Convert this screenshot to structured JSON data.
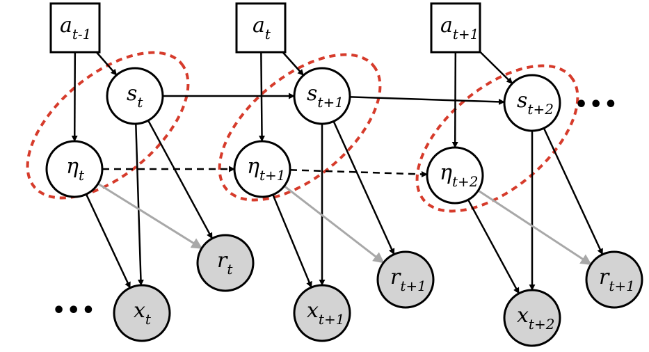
{
  "nodes": [
    {
      "id": "a0",
      "kind": "action",
      "base": "a",
      "sub": "t-1"
    },
    {
      "id": "a1",
      "kind": "action",
      "base": "a",
      "sub": "t"
    },
    {
      "id": "a2",
      "kind": "action",
      "base": "a",
      "sub": "t+1"
    },
    {
      "id": "s0",
      "kind": "latent",
      "base": "s",
      "sub": "t"
    },
    {
      "id": "s1",
      "kind": "latent",
      "base": "s",
      "sub": "t+1"
    },
    {
      "id": "s2",
      "kind": "latent",
      "base": "s",
      "sub": "t+2"
    },
    {
      "id": "e0",
      "kind": "latent",
      "base": "η",
      "sub": "t"
    },
    {
      "id": "e1",
      "kind": "latent",
      "base": "η",
      "sub": "t+1"
    },
    {
      "id": "e2",
      "kind": "latent",
      "base": "η",
      "sub": "t+2"
    },
    {
      "id": "x0",
      "kind": "observed",
      "base": "x",
      "sub": "t"
    },
    {
      "id": "x1",
      "kind": "observed",
      "base": "x",
      "sub": "t+1"
    },
    {
      "id": "x2",
      "kind": "observed",
      "base": "x",
      "sub": "t+2"
    },
    {
      "id": "r0",
      "kind": "observed",
      "base": "r",
      "sub": "t"
    },
    {
      "id": "r1",
      "kind": "observed",
      "base": "r",
      "sub": "t+1"
    },
    {
      "id": "r2",
      "kind": "observed",
      "base": "r",
      "sub": "t+1"
    }
  ],
  "edges": [
    {
      "from": "a0",
      "to": "e0",
      "style": "solid"
    },
    {
      "from": "a0",
      "to": "s0",
      "style": "solid"
    },
    {
      "from": "a1",
      "to": "e1",
      "style": "solid"
    },
    {
      "from": "a1",
      "to": "s1",
      "style": "solid"
    },
    {
      "from": "a2",
      "to": "e2",
      "style": "solid"
    },
    {
      "from": "a2",
      "to": "s2",
      "style": "solid"
    },
    {
      "from": "s0",
      "to": "s1",
      "style": "solid"
    },
    {
      "from": "s1",
      "to": "s2",
      "style": "solid"
    },
    {
      "from": "e0",
      "to": "e1",
      "style": "dashed"
    },
    {
      "from": "e1",
      "to": "e2",
      "style": "dashed"
    },
    {
      "from": "s0",
      "to": "x0",
      "style": "solid"
    },
    {
      "from": "s0",
      "to": "r0",
      "style": "solid"
    },
    {
      "from": "e0",
      "to": "x0",
      "style": "solid"
    },
    {
      "from": "e0",
      "to": "r0",
      "style": "gray"
    },
    {
      "from": "s1",
      "to": "x1",
      "style": "solid"
    },
    {
      "from": "s1",
      "to": "r1",
      "style": "solid"
    },
    {
      "from": "e1",
      "to": "x1",
      "style": "solid"
    },
    {
      "from": "e1",
      "to": "r1",
      "style": "gray"
    },
    {
      "from": "s2",
      "to": "x2",
      "style": "solid"
    },
    {
      "from": "s2",
      "to": "r2",
      "style": "solid"
    },
    {
      "from": "e2",
      "to": "x2",
      "style": "solid"
    },
    {
      "from": "e2",
      "to": "r2",
      "style": "gray"
    }
  ],
  "groups": [
    {
      "id": "g0",
      "members": [
        "s0",
        "e0"
      ]
    },
    {
      "id": "g1",
      "members": [
        "s1",
        "e1"
      ]
    },
    {
      "id": "g2",
      "members": [
        "s2",
        "e2"
      ]
    }
  ],
  "ellipsis": {
    "left": "•••",
    "right": "•••"
  },
  "colors": {
    "stroke": "#000000",
    "observed_fill": "#d3d3d3",
    "latent_fill": "#ffffff",
    "group_outline": "#d63b2b",
    "gray_edge": "#a8a8a8"
  }
}
